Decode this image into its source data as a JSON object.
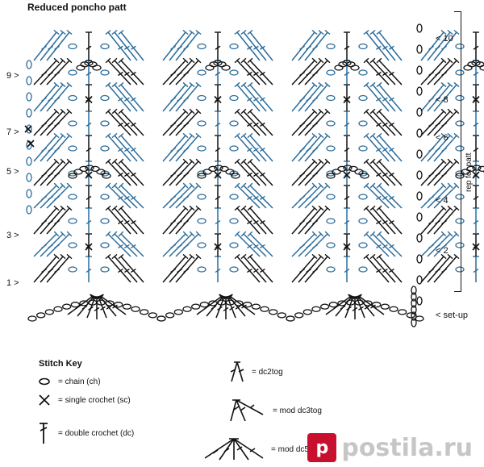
{
  "title": "Reduced poncho patt",
  "row_labels_left": [
    "9 >",
    "7 >",
    "5 >",
    "3 >",
    "1 >"
  ],
  "row_labels_right": [
    "< 10",
    "< 8",
    "< 6",
    "< 4",
    "< 2",
    "< set-up"
  ],
  "repeat_label": "rep for patt",
  "key": {
    "title": "Stitch Key",
    "chain": "= chain (ch)",
    "sc": "= single crochet (sc)",
    "dc": "= double crochet (dc)",
    "dc2tog": "= dc2tog",
    "mod_dc3tog": "= mod dc3tog",
    "mod_dc5tog": "= mod dc5tog"
  },
  "watermark": "postila.ru",
  "colors": {
    "stitch_black": "#111111",
    "stitch_blue": "#2a6c9a",
    "brand_red": "#c8102e"
  }
}
